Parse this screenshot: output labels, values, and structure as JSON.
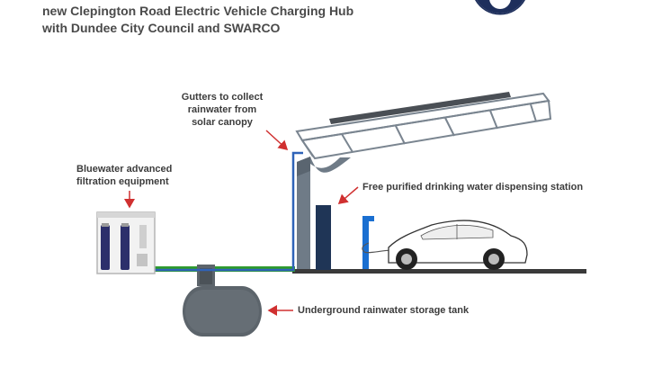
{
  "header": {
    "title_line1": "new Clepington Road Electric Vehicle Charging Hub",
    "title_line2": "with Dundee City Council and SWARCO"
  },
  "labels": {
    "gutters": [
      "Gutters to collect",
      "rainwater from",
      "solar canopy"
    ],
    "filtration": [
      "Bluewater advanced",
      "filtration equipment"
    ],
    "dispensing": "Free purified drinking water dispensing station",
    "tank": "Underground rainwater storage tank"
  },
  "colors": {
    "accent_navy": "#1e2f5c",
    "water_pipe": "#2f63b8",
    "green_pipe": "#2e9b2e",
    "arrow_red": "#d03030",
    "charger_blue": "#1a6fd1",
    "canopy_grey": "#6f7b87",
    "ground": "#3a3a3a"
  }
}
